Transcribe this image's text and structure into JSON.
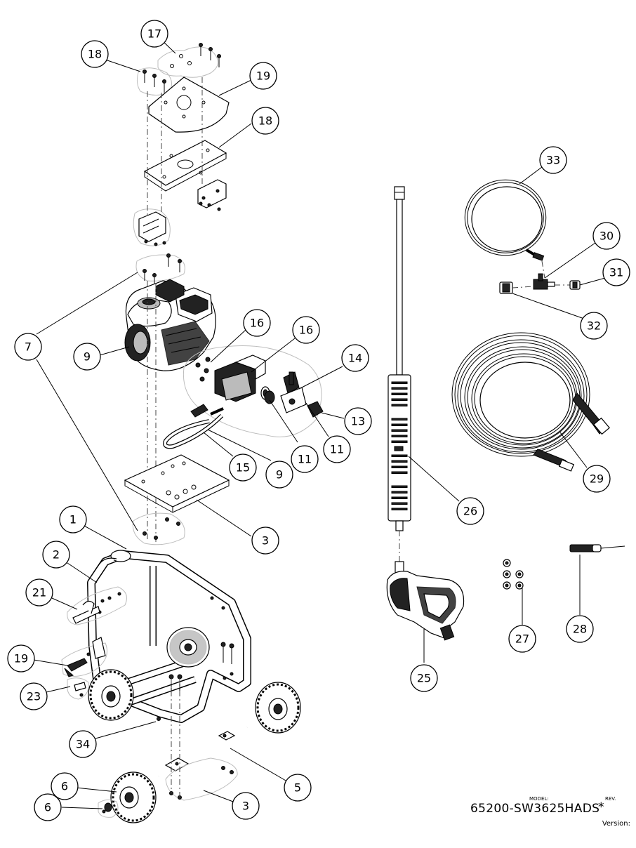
{
  "callouts": [
    {
      "label": "17"
    },
    {
      "label": "18"
    },
    {
      "label": "19"
    },
    {
      "label": "18"
    },
    {
      "label": "7"
    },
    {
      "label": "9"
    },
    {
      "label": "16"
    },
    {
      "label": "16"
    },
    {
      "label": "14"
    },
    {
      "label": "13"
    },
    {
      "label": "11"
    },
    {
      "label": "11"
    },
    {
      "label": "9"
    },
    {
      "label": "15"
    },
    {
      "label": "3"
    },
    {
      "label": "1"
    },
    {
      "label": "2"
    },
    {
      "label": "21"
    },
    {
      "label": "19"
    },
    {
      "label": "23"
    },
    {
      "label": "34"
    },
    {
      "label": "6"
    },
    {
      "label": "6"
    },
    {
      "label": "3"
    },
    {
      "label": "5"
    },
    {
      "label": "26"
    },
    {
      "label": "25"
    },
    {
      "label": "33"
    },
    {
      "label": "30"
    },
    {
      "label": "31"
    },
    {
      "label": "32"
    },
    {
      "label": "29"
    },
    {
      "label": "27"
    },
    {
      "label": "28"
    }
  ],
  "title_block": {
    "model_label": "MODEL:",
    "model_number": "65200-SW3625HADS",
    "rev_label": "REV.",
    "rev_value": "*",
    "version_label": "Version:"
  }
}
